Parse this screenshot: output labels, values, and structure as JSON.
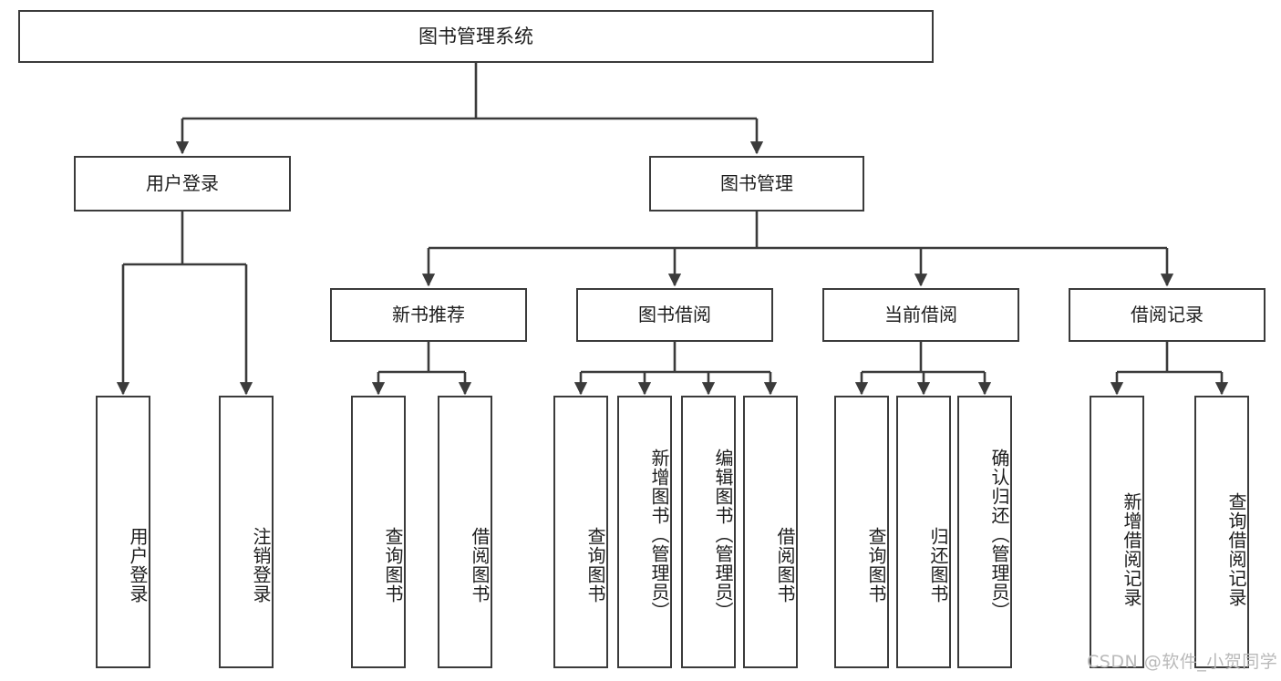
{
  "diagram": {
    "type": "tree-structure-chart",
    "title": "图书管理系统",
    "root": {
      "id": "root",
      "label": "图书管理系统"
    },
    "level1": [
      {
        "id": "user-login",
        "label": "用户登录"
      },
      {
        "id": "book-manage",
        "label": "图书管理"
      }
    ],
    "level2": [
      {
        "id": "new-book-rec",
        "label": "新书推荐",
        "parent": "book-manage"
      },
      {
        "id": "book-borrow",
        "label": "图书借阅",
        "parent": "book-manage"
      },
      {
        "id": "current-borrow",
        "label": "当前借阅",
        "parent": "book-manage"
      },
      {
        "id": "borrow-record",
        "label": "借阅记录",
        "parent": "book-manage"
      }
    ],
    "leaves": [
      {
        "id": "leaf-user-login",
        "label": "用户登录",
        "parent": "user-login"
      },
      {
        "id": "leaf-logout",
        "label": "注销登录",
        "parent": "user-login"
      },
      {
        "id": "leaf-query-book-1",
        "label": "查询图书",
        "parent": "new-book-rec"
      },
      {
        "id": "leaf-borrow-book-1",
        "label": "借阅图书",
        "parent": "new-book-rec"
      },
      {
        "id": "leaf-query-book-2",
        "label": "查询图书",
        "parent": "book-borrow"
      },
      {
        "id": "leaf-add-book",
        "label": "新增图书（管理员）",
        "parent": "book-borrow"
      },
      {
        "id": "leaf-edit-book",
        "label": "编辑图书（管理员）",
        "parent": "book-borrow"
      },
      {
        "id": "leaf-borrow-book-2",
        "label": "借阅图书",
        "parent": "book-borrow"
      },
      {
        "id": "leaf-query-book-3",
        "label": "查询图书",
        "parent": "current-borrow"
      },
      {
        "id": "leaf-return-book",
        "label": "归还图书",
        "parent": "current-borrow"
      },
      {
        "id": "leaf-confirm-return",
        "label": "确认归还（管理员）",
        "parent": "current-borrow"
      },
      {
        "id": "leaf-add-record",
        "label": "新增借阅记录",
        "parent": "borrow-record"
      },
      {
        "id": "leaf-query-record",
        "label": "查询借阅记录",
        "parent": "borrow-record"
      }
    ],
    "colors": {
      "stroke": "#3b3b3b",
      "fill": "#ffffff",
      "text": "#1d1d1d",
      "watermark": "#b9b9b9"
    }
  },
  "watermark": {
    "text": "CSDN @软件_小贺同学"
  }
}
